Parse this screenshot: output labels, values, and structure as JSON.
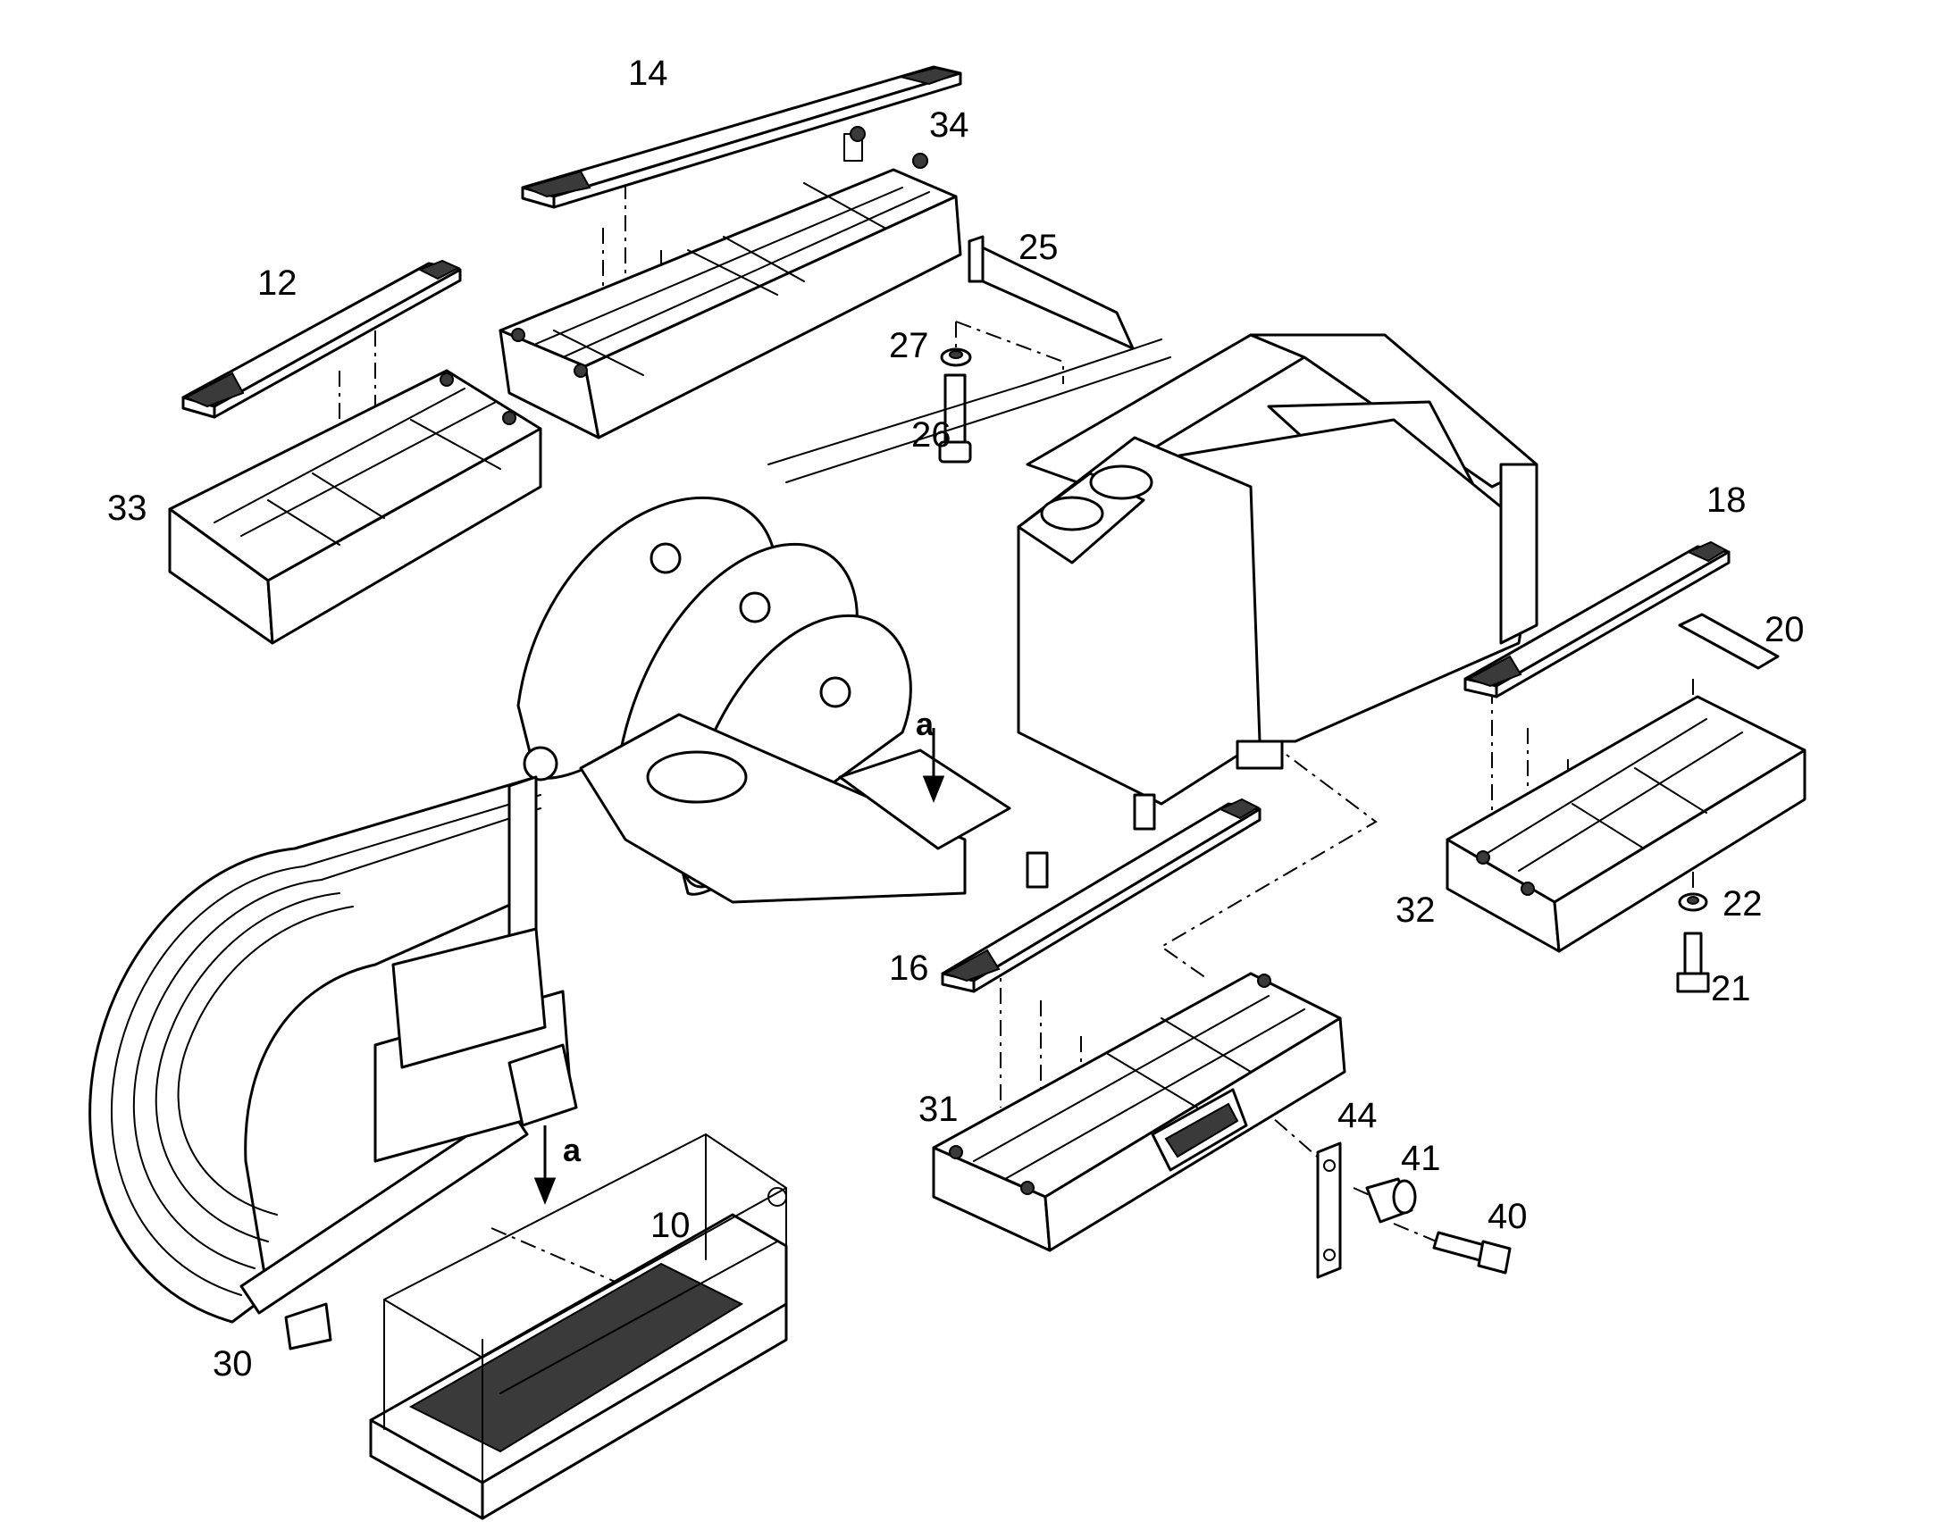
{
  "diagram": {
    "callouts": [
      "14",
      "34",
      "12",
      "25",
      "27",
      "26",
      "33",
      "18",
      "20",
      "32",
      "22",
      "21",
      "16",
      "31",
      "44",
      "41",
      "40",
      "10",
      "30"
    ],
    "arrow_labels": [
      "a",
      "a"
    ]
  }
}
